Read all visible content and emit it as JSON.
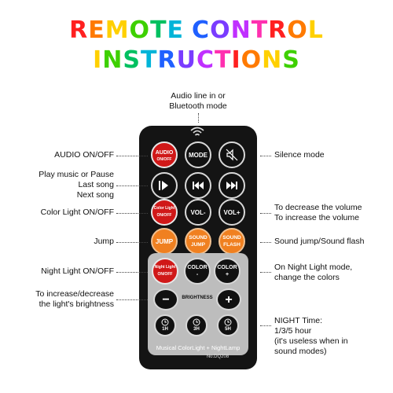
{
  "title": {
    "line1": "REMOTE CONTROL",
    "line2": "INSTRUCTIONS",
    "colors": [
      "#ff2020",
      "#ff7a00",
      "#ffd000",
      "#3ed000",
      "#00c060",
      "#00b4d8",
      "#2060ff",
      "#7a3cff",
      "#c030ff",
      "#ff30b0"
    ]
  },
  "labels": {
    "audio_line": [
      "Audio line in or",
      "Bluetooth mode"
    ],
    "audio_onoff": "AUDIO ON/OFF",
    "silence_mode": "Silence mode",
    "play_group": [
      "Play music or Pause",
      "Last song",
      "Next song"
    ],
    "color_light_onoff": "Color Light ON/OFF",
    "volume": [
      "To decrease the volume",
      "To increase the volume"
    ],
    "jump": "Jump",
    "sound_jump_flash": "Sound jump/Sound flash",
    "night_light_onoff": "Night Light ON/OFF",
    "night_mode_colors": [
      "On Night Light mode,",
      "change the colors"
    ],
    "brightness": [
      "To increase/decrease",
      "the light's brightness"
    ],
    "night_time": [
      "NIGHT Time:",
      "1/3/5 hour",
      "(it's useless when in",
      "sound modes)"
    ]
  },
  "remote": {
    "audio_btn": [
      "AUDIO",
      "ON/OFF"
    ],
    "mode_btn": "MODE",
    "color_light_btn": [
      "Color Light",
      "ON/OFF"
    ],
    "vol_minus": "VOL-",
    "vol_plus": "VOL+",
    "jump_btn": "JUMP",
    "sound_jump_btn": [
      "SOUND",
      "JUMP"
    ],
    "sound_flash_btn": [
      "SOUND",
      "FLASH"
    ],
    "night_light_btn": [
      "Night Light",
      "ON/OFF"
    ],
    "color_minus": [
      "COLOR",
      "-"
    ],
    "color_plus": [
      "COLOR",
      "+"
    ],
    "brightness_label": "BRIGHTNESS",
    "minus_symbol": "−",
    "plus_symbol": "+",
    "timer_1h": "1H",
    "timer_3h": "3H",
    "timer_5h": "5H",
    "brand": "Musical ColorLight + NightLamp",
    "model": "No.DQ208"
  }
}
